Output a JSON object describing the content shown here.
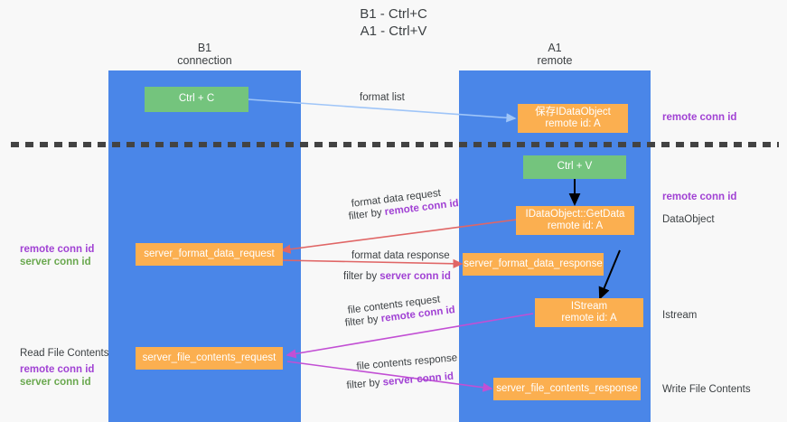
{
  "title": {
    "line1": "B1 - Ctrl+C",
    "line2": "A1 - Ctrl+V"
  },
  "columns": [
    {
      "name": "B1",
      "role": "connection"
    },
    {
      "name": "A1",
      "role": "remote"
    }
  ],
  "nodes": {
    "ctrl_c": {
      "label": "Ctrl + C"
    },
    "ctrl_v": {
      "label": "Ctrl + V"
    },
    "save_dataobject": {
      "line1": "保存IDataObject",
      "line2": "remote id: A"
    },
    "getdata": {
      "line1": "IDataObject::GetData",
      "line2": "remote id: A"
    },
    "istream": {
      "line1": "IStream",
      "line2": "remote id: A"
    },
    "server_format_data_request": {
      "label": "server_format_data_request"
    },
    "server_format_data_response": {
      "label": "server_format_data_response"
    },
    "server_file_contents_request": {
      "label": "server_file_contents_request"
    },
    "server_file_contents_response": {
      "label": "server_file_contents_response"
    }
  },
  "edge_labels": {
    "format_list": "format list",
    "format_data_request": "format data request",
    "format_data_request_filter_prefix": "filter by ",
    "format_data_request_filter_key": "remote conn id",
    "format_data_response": "format data response",
    "format_data_response_filter_prefix": "filter by ",
    "format_data_response_filter_key": "server conn id",
    "file_contents_request": "file contents request",
    "file_contents_request_filter_prefix": "filter by ",
    "file_contents_request_filter_key": "remote conn id",
    "file_contents_response": "file contents response",
    "file_contents_response_filter_prefix": "filter by ",
    "file_contents_response_filter_key": "server conn id"
  },
  "right_labels": {
    "remote_conn_id_top": "remote conn id",
    "remote_conn_id_mid": "remote conn id",
    "dataobject": "DataObject",
    "istream": "Istream",
    "write_file_contents": "Write File Contents"
  },
  "left_labels": {
    "remote_conn_id": "remote conn id",
    "server_conn_id": "server conn id",
    "read_file_contents": "Read File Contents",
    "remote_conn_id_2": "remote conn id",
    "server_conn_id_2": "server conn id"
  },
  "colors": {
    "lane": "#4a86e8",
    "green_node": "#74c47d",
    "orange_node": "#fbaf50",
    "purple_text": "#a142d4",
    "green_text": "#6aa84f",
    "arrow_blue": "#9fc5f8",
    "arrow_red": "#e06666",
    "arrow_magenta": "#c24fd4",
    "arrow_black": "#000000",
    "divider": "#434343",
    "background": "#f8f8f8"
  }
}
